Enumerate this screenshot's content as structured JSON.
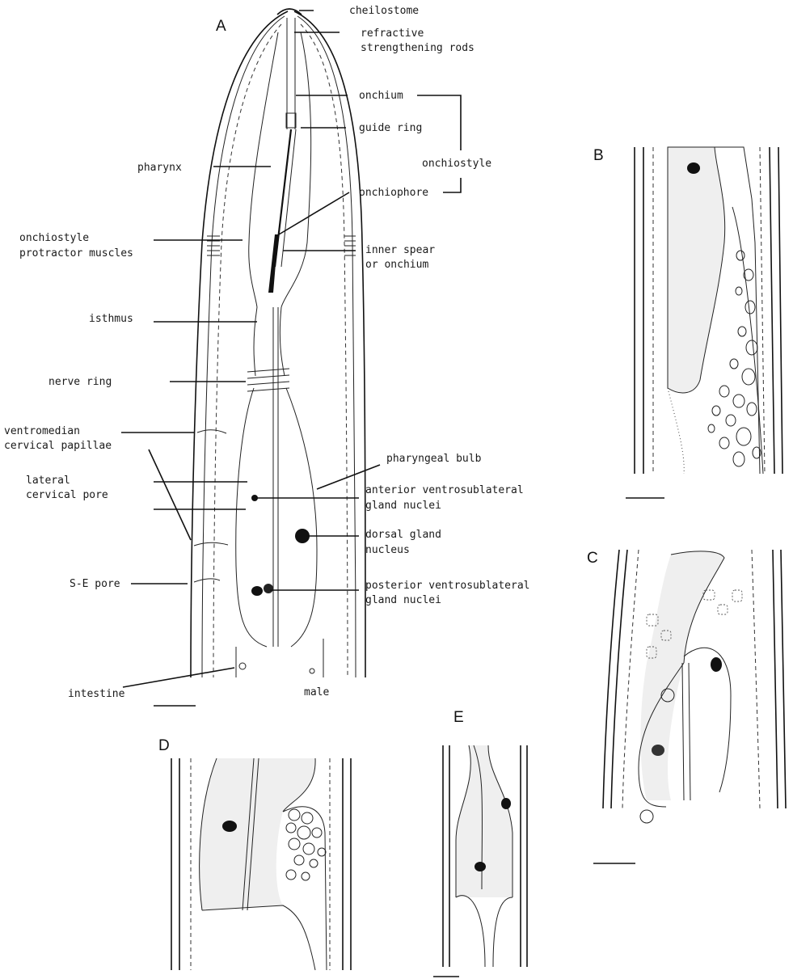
{
  "panels": {
    "a": "A",
    "b": "B",
    "c": "C",
    "d": "D",
    "e": "E"
  },
  "labels": {
    "cheilostome": "cheilostome",
    "refractive_1": "refractive",
    "refractive_2": "strengthening rods",
    "onchium": "onchium",
    "guide_ring": "guide ring",
    "onchiostyle": "onchiostyle",
    "pharynx": "pharynx",
    "onchiophore": "onchiophore",
    "protractor_1": "onchiostyle",
    "protractor_2": "protractor muscles",
    "inner_spear_1": "inner spear",
    "inner_spear_2": "or onchium",
    "isthmus": "isthmus",
    "nerve_ring": "nerve ring",
    "ventromedian_1": "ventromedian",
    "ventromedian_2": "cervical papillae",
    "lateral_1": "lateral",
    "lateral_2": "cervical pore",
    "pharyngeal_bulb": "pharyngeal bulb",
    "anterior_1": "anterior ventrosublateral",
    "anterior_2": "gland nuclei",
    "dorsal_1": "dorsal gland",
    "dorsal_2": "nucleus",
    "se_pore": "S-E pore",
    "posterior_1": "posterior ventrosublateral",
    "posterior_2": "gland nuclei",
    "intestine": "intestine",
    "male": "male"
  }
}
